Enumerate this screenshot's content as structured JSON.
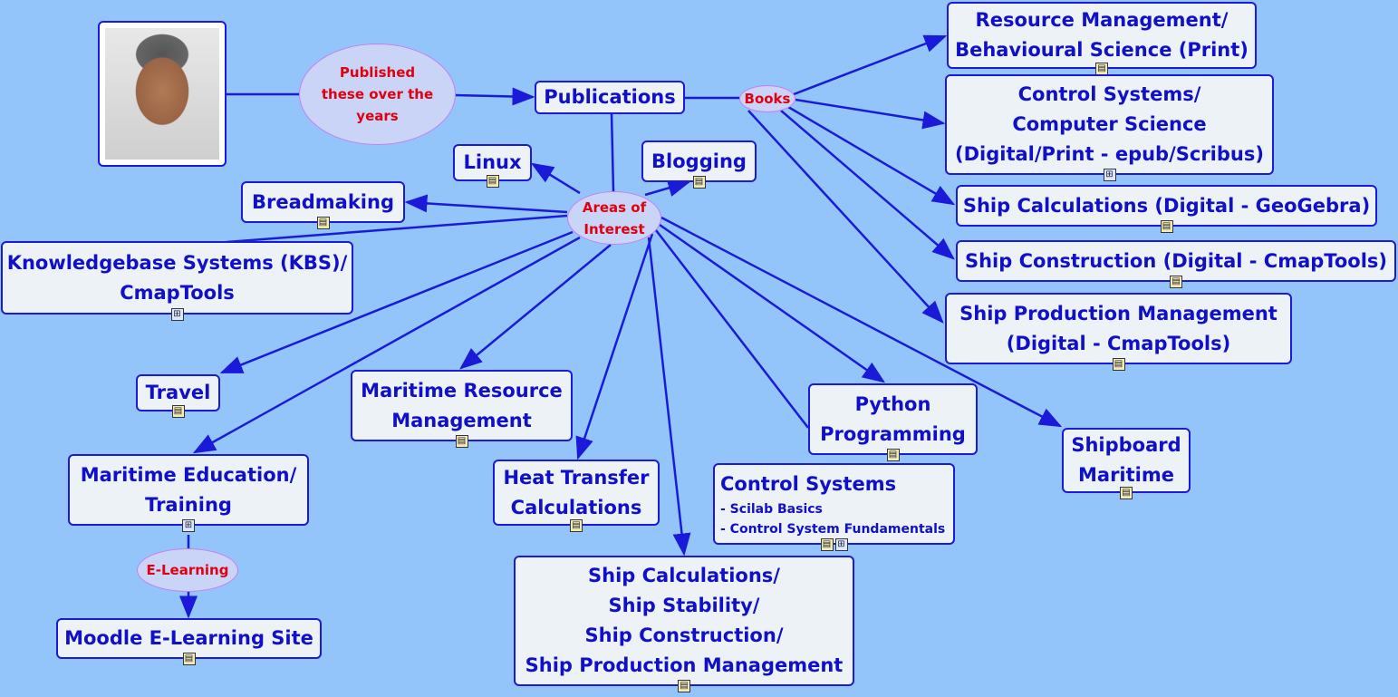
{
  "photo": {
    "alt": "author-photo"
  },
  "labels": {
    "published": [
      "Published",
      "these over the",
      "years"
    ],
    "books": "Books",
    "areas": [
      "Areas of",
      "Interest"
    ],
    "elearning": "E-Learning"
  },
  "concepts": {
    "publications": [
      "Publications"
    ],
    "resource": [
      "Resource Management/",
      "Behavioural Science (Print)"
    ],
    "control_cs": [
      "Control Systems/",
      "Computer Science",
      "(Digital/Print - epub/Scribus)"
    ],
    "shipcalc_geo": [
      "Ship Calculations (Digital - GeoGebra)"
    ],
    "shipcons": [
      "Ship Construction (Digital - CmapTools)"
    ],
    "shipprod": [
      "Ship Production Management",
      "(Digital - CmapTools)"
    ],
    "linux": [
      "Linux"
    ],
    "blogging": [
      "Blogging"
    ],
    "breadmaking": [
      "Breadmaking"
    ],
    "kbs": [
      "Knowledgebase Systems (KBS)/",
      "CmapTools"
    ],
    "travel": [
      "Travel"
    ],
    "mrm": [
      "Maritime Resource",
      "Management"
    ],
    "med": [
      "Maritime Education/",
      "Training"
    ],
    "moodle": [
      "Moodle E-Learning Site"
    ],
    "heat": [
      "Heat Transfer",
      "Calculations"
    ],
    "shipbig": [
      "Ship Calculations/",
      "Ship Stability/",
      "Ship Construction/",
      "Ship Production Management"
    ],
    "python": [
      "Python",
      "Programming"
    ],
    "shipboard": [
      "Shipboard",
      "Maritime"
    ],
    "controlsys": {
      "title": "Control Systems",
      "items": [
        "- Scilab Basics",
        "- Control System Fundamentals"
      ]
    }
  },
  "colors": {
    "background": "#93c5fb",
    "node_fill": "#ecf2f6",
    "node_border": "#1a1ad8",
    "text": "#1010c8",
    "label_text": "#e00010"
  }
}
